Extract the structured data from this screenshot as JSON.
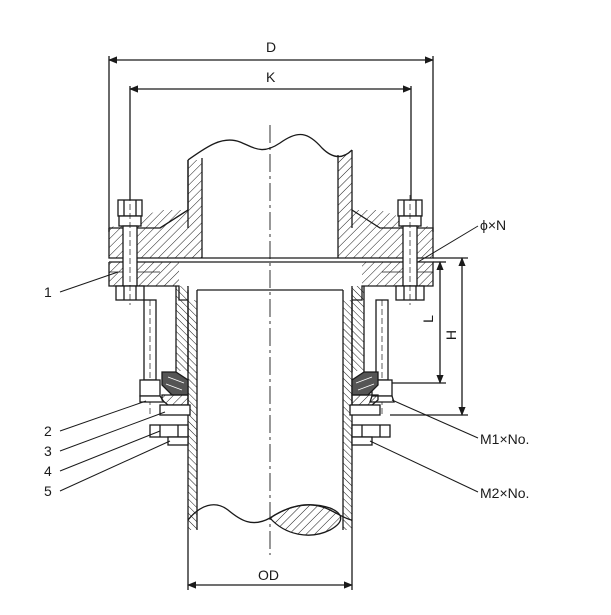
{
  "labels": {
    "dim_D": "D",
    "dim_K": "K",
    "dim_OD": "OD",
    "dim_H": "H",
    "dim_L": "L",
    "hole": "ϕ×N",
    "m1": "M1×No.",
    "m2": "M2×No.",
    "part_1": "1",
    "part_2": "2",
    "part_3": "3",
    "part_4": "4",
    "part_5": "5"
  },
  "colors": {
    "line": "#1a1a1a",
    "hatch": "#1a1a1a",
    "bolt_fill": "#ffffff",
    "seal_fill": "#555555"
  }
}
